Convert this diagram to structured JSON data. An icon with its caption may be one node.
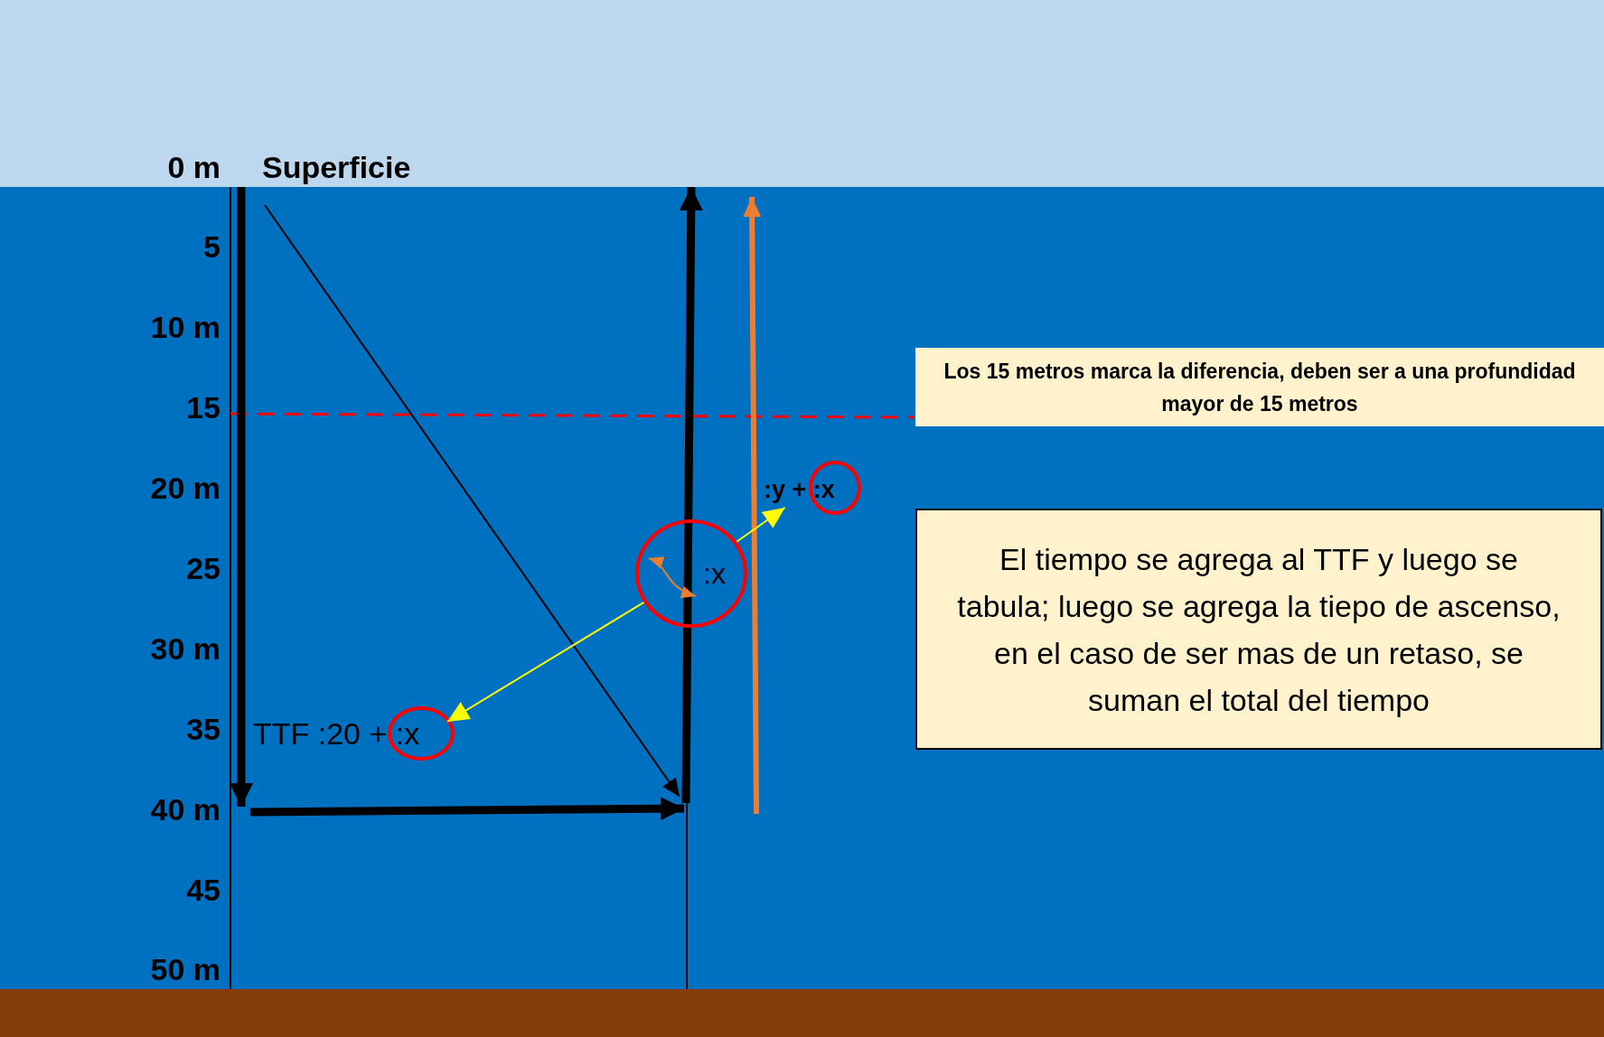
{
  "diagram": {
    "nodes": [
      {
        "text": [
          ":x"
        ]
      },
      {
        "text": [
          "TTF :20 + :x"
        ]
      },
      {
        "text": [
          ":y + :x"
        ]
      },
      {
        "text": [
          "Los 15 metros marca la diferencia, deben ser a una profundidad mayor de 15 metros"
        ]
      },
      {
        "text": [
          "El tiempo se agrega al TTF y luego se tabula; luego se agrega la tiepo de ascenso, en el caso de ser mas de un retaso, se suman el total del tiempo"
        ]
      }
    ],
    "edges": [
      {
        "from": 0,
        "to": 1,
        "arrow": "to"
      },
      {
        "from": 0,
        "to": 2,
        "arrow": "to"
      }
    ],
    "labels": [
      "0 m",
      "Superficie",
      "5",
      "10 m",
      "15",
      "20 m",
      "25",
      "30 m",
      "35",
      "40 m",
      "45",
      "50 m"
    ]
  }
}
